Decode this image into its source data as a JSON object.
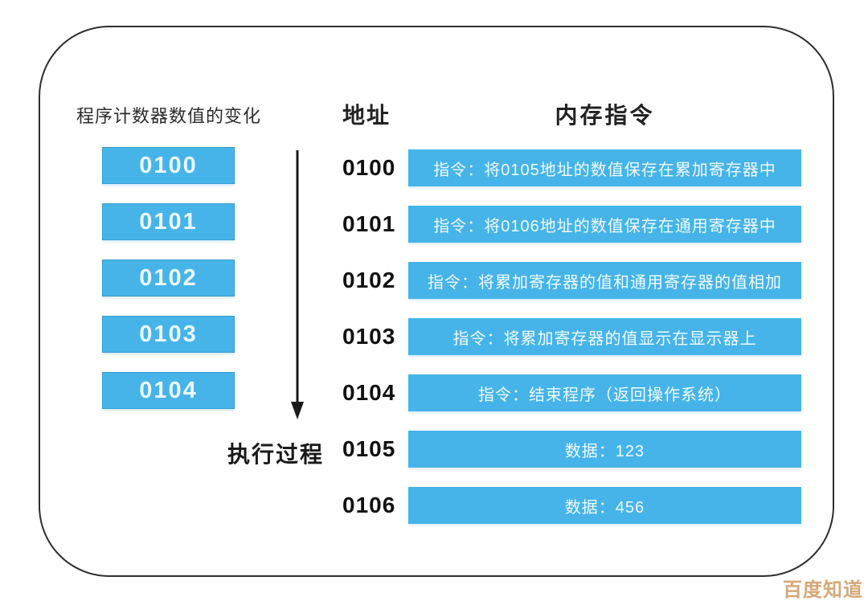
{
  "colors": {
    "box_blue": "#46b4e8",
    "box_text": "#e9f7fd",
    "ins_text": "#f0fafe",
    "frame_border": "#2e2e2e",
    "watermark_color": "#d5a878"
  },
  "pc_column": {
    "header": "程序计数器数值的变化",
    "values": [
      "0100",
      "0101",
      "0102",
      "0103",
      "0104"
    ],
    "exec_label": "执行过程"
  },
  "memory": {
    "address_header": "地址",
    "instruction_header": "内存指令",
    "rows": [
      {
        "address": "0100",
        "text": "指令：将0105地址的数值保存在累加寄存器中"
      },
      {
        "address": "0101",
        "text": "指令：将0106地址的数值保存在通用寄存器中"
      },
      {
        "address": "0102",
        "text": "指令：将累加寄存器的值和通用寄存器的值相加"
      },
      {
        "address": "0103",
        "text": "指令：将累加寄存器的值显示在显示器上"
      },
      {
        "address": "0104",
        "text": "指令：结束程序（返回操作系统）"
      },
      {
        "address": "0105",
        "text": "数据：123"
      },
      {
        "address": "0106",
        "text": "数据：456"
      }
    ]
  },
  "icons": {
    "down_arrow": "execution-flow-down-arrow"
  },
  "watermark": "百度知道"
}
